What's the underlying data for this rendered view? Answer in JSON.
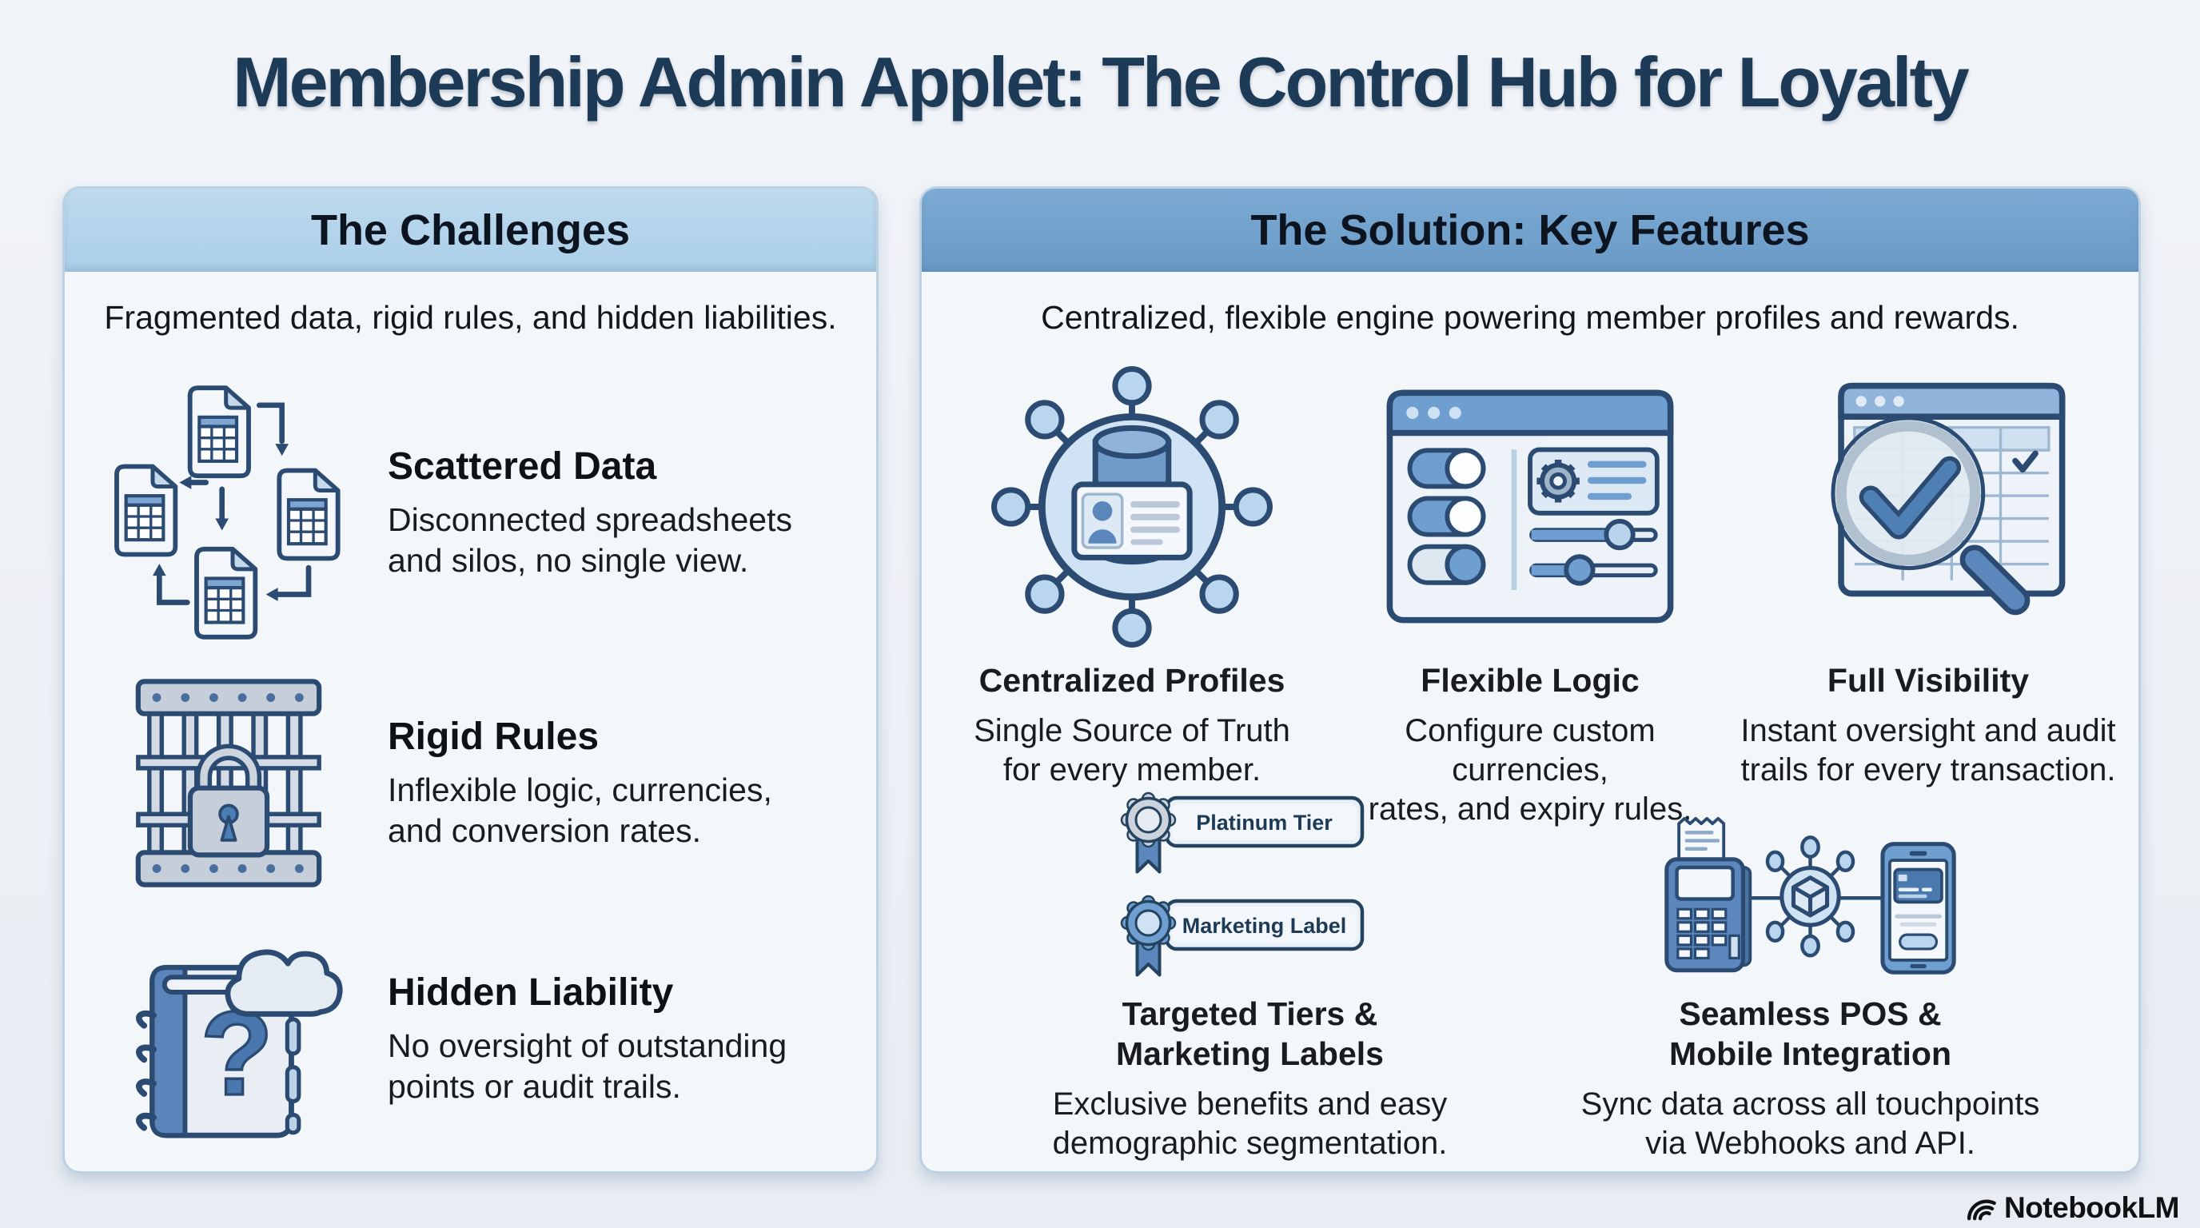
{
  "title": "Membership Admin Applet: The Control Hub for Loyalty",
  "colors": {
    "page_bg": "#edf0f5",
    "panel_bg": "#f4f7fa",
    "panel_border": "#bcd2e2",
    "left_header_bg": "#b5d4ea",
    "right_header_bg": "#6f9fcb",
    "title_navy": "#1d3a57",
    "outline_navy": "#2b4b72",
    "accent_blue": "#5b87bd",
    "light_blue": "#b9d6ee",
    "text_dark": "#17181a"
  },
  "challenges_panel": {
    "header": "The Challenges",
    "subtitle": "Fragmented data, rigid rules, and hidden liabilities.",
    "items": [
      {
        "icon": "scattered-spreadsheets-icon",
        "title": "Scattered Data",
        "desc_lines": [
          "Disconnected spreadsheets",
          "and silos, no single view."
        ]
      },
      {
        "icon": "locked-cage-icon",
        "title": "Rigid Rules",
        "desc_lines": [
          "Inflexible logic, currencies,",
          "and conversion rates."
        ]
      },
      {
        "icon": "ledger-question-cloud-icon",
        "title": "Hidden Liability",
        "desc_lines": [
          "No oversight of outstanding",
          "points or audit trails."
        ]
      }
    ]
  },
  "solution_panel": {
    "header": "The Solution: Key Features",
    "subtitle": "Centralized, flexible engine powering member profiles and rewards.",
    "features": [
      {
        "icon": "networked-profile-icon",
        "title_lines": [
          "Centralized Profiles"
        ],
        "desc_lines": [
          "Single Source of Truth",
          "for every member."
        ]
      },
      {
        "icon": "settings-toggles-icon",
        "title_lines": [
          "Flexible Logic"
        ],
        "desc_lines": [
          "Configure custom currencies,",
          "rates, and expiry rules."
        ]
      },
      {
        "icon": "audit-magnifier-icon",
        "title_lines": [
          "Full Visibility"
        ],
        "desc_lines": [
          "Instant oversight and audit",
          "trails for every transaction."
        ]
      },
      {
        "icon": "tier-badges-icon",
        "title_lines": [
          "Targeted Tiers &",
          "Marketing Labels"
        ],
        "desc_lines": [
          "Exclusive benefits and easy",
          "demographic segmentation."
        ],
        "badges": [
          "Platinum Tier",
          "Marketing Label"
        ]
      },
      {
        "icon": "pos-hub-mobile-icon",
        "title_lines": [
          "Seamless POS &",
          "Mobile Integration"
        ],
        "desc_lines": [
          "Sync data across all touchpoints",
          "via Webhooks and API."
        ]
      }
    ]
  },
  "footer": {
    "brand": "NotebookLM",
    "icon": "notebooklm-logo-icon"
  }
}
